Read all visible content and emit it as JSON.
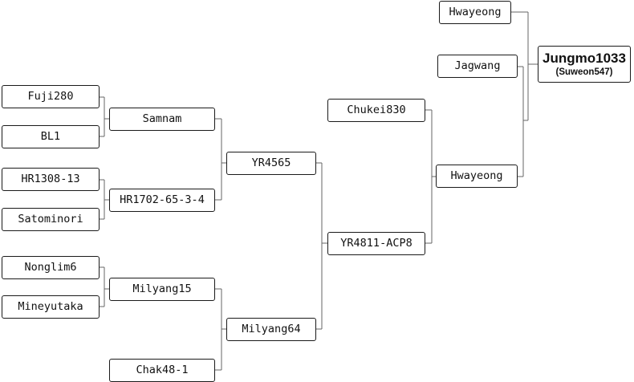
{
  "pedigree": {
    "varieties": {
      "fuji280": "Fuji280",
      "bl1": "BL1",
      "hr1308": "HR1308-13",
      "satominori": "Satominori",
      "nonglim6": "Nonglim6",
      "mineyutaka": "Mineyutaka",
      "chak48": "Chak48-1",
      "samnam": "Samnam",
      "hr1702": "HR1702-65-3-4",
      "milyang15": "Milyang15",
      "yr4565": "YR4565",
      "milyang64": "Milyang64",
      "chukei830": "Chukei830",
      "yr4811": "YR4811-ACP8",
      "hwayeong_top": "Hwayeong",
      "jagwang": "Jagwang",
      "hwayeong_mid": "Hwayeong"
    },
    "final": {
      "name": "Jungmo1033",
      "alias": "(Suweon547)"
    }
  }
}
